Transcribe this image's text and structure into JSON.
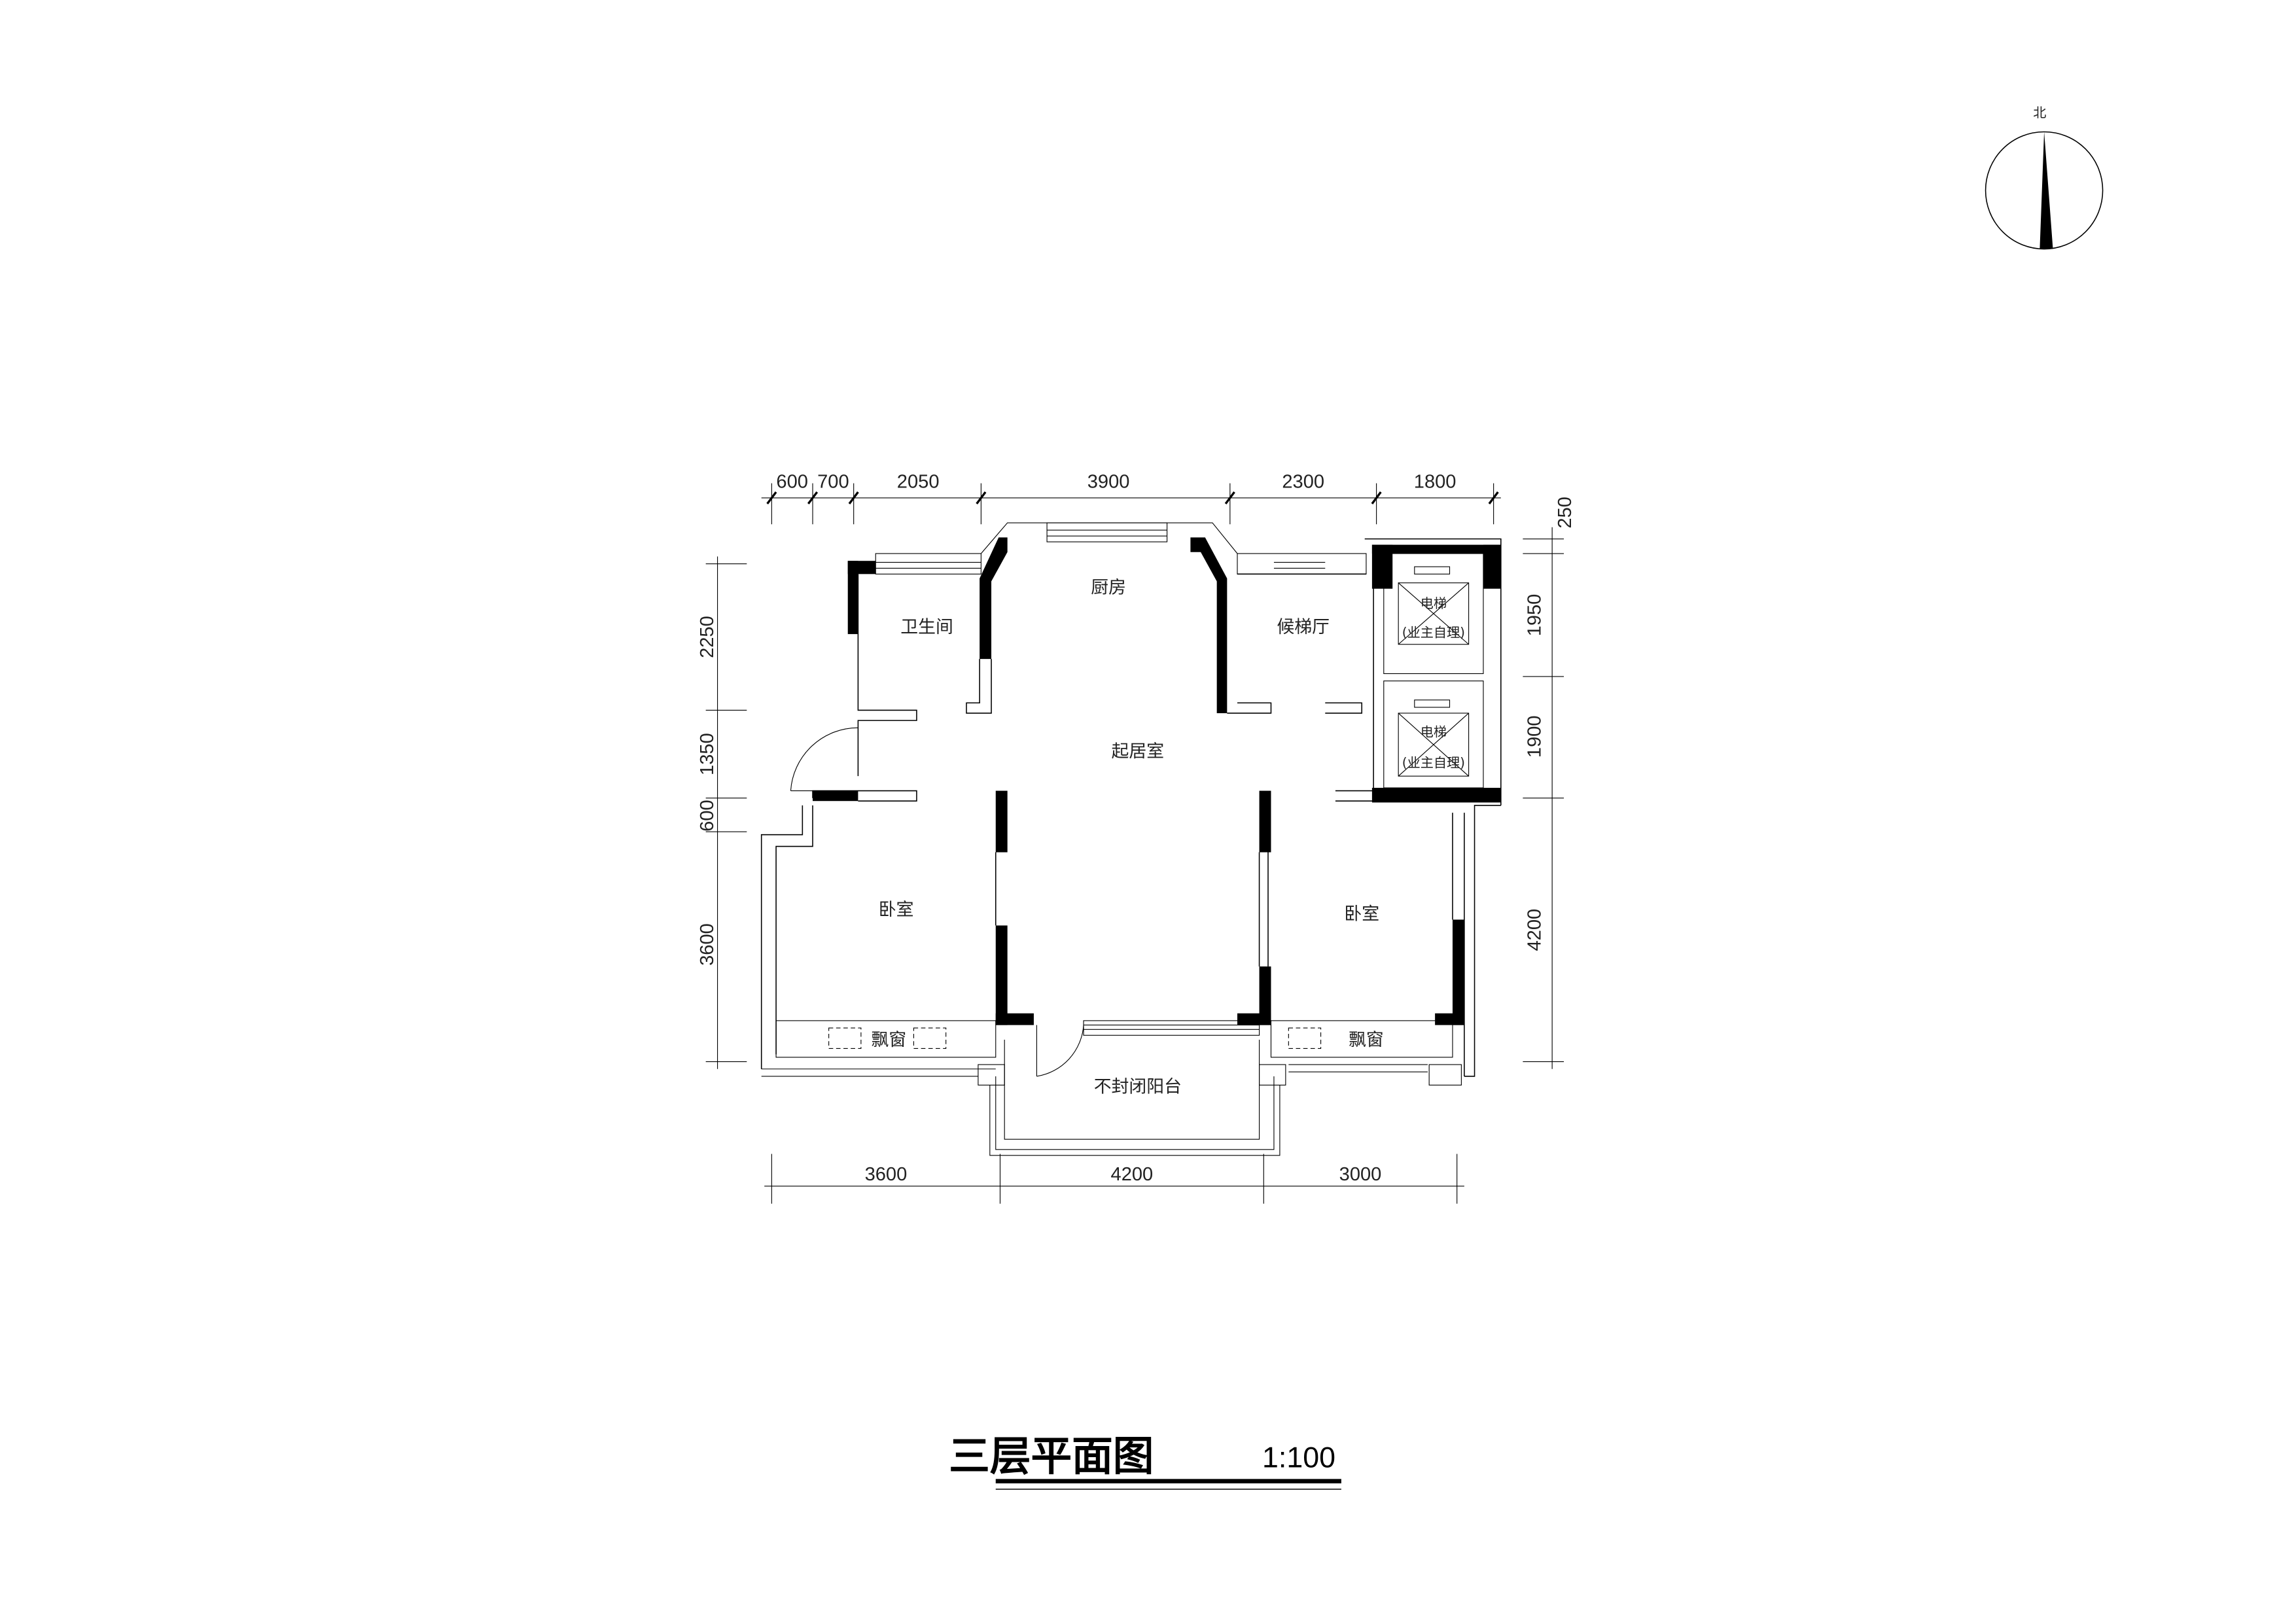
{
  "title": "三层平面图",
  "scale": "1:100",
  "north_label": "北",
  "top_dimensions": [
    "600",
    "700",
    "2050",
    "3900",
    "2300",
    "1800"
  ],
  "left_dimensions": [
    "2250",
    "1350",
    "600",
    "3600"
  ],
  "right_dimensions": [
    "250",
    "1950",
    "1900",
    "4200"
  ],
  "bottom_dimensions": [
    "3600",
    "4200",
    "3000"
  ],
  "rooms": {
    "bathroom": "卫生间",
    "kitchen": "厨房",
    "elevator_hall": "候梯厅",
    "living_room": "起居室",
    "bedroom_left": "卧室",
    "bedroom_right": "卧室",
    "bay_window_left": "飘窗",
    "bay_window_right": "飘窗",
    "balcony": "不封闭阳台"
  },
  "elevators": [
    {
      "label": "电梯",
      "note": "(业主自理)"
    },
    {
      "label": "电梯",
      "note": "(业主自理)"
    }
  ]
}
